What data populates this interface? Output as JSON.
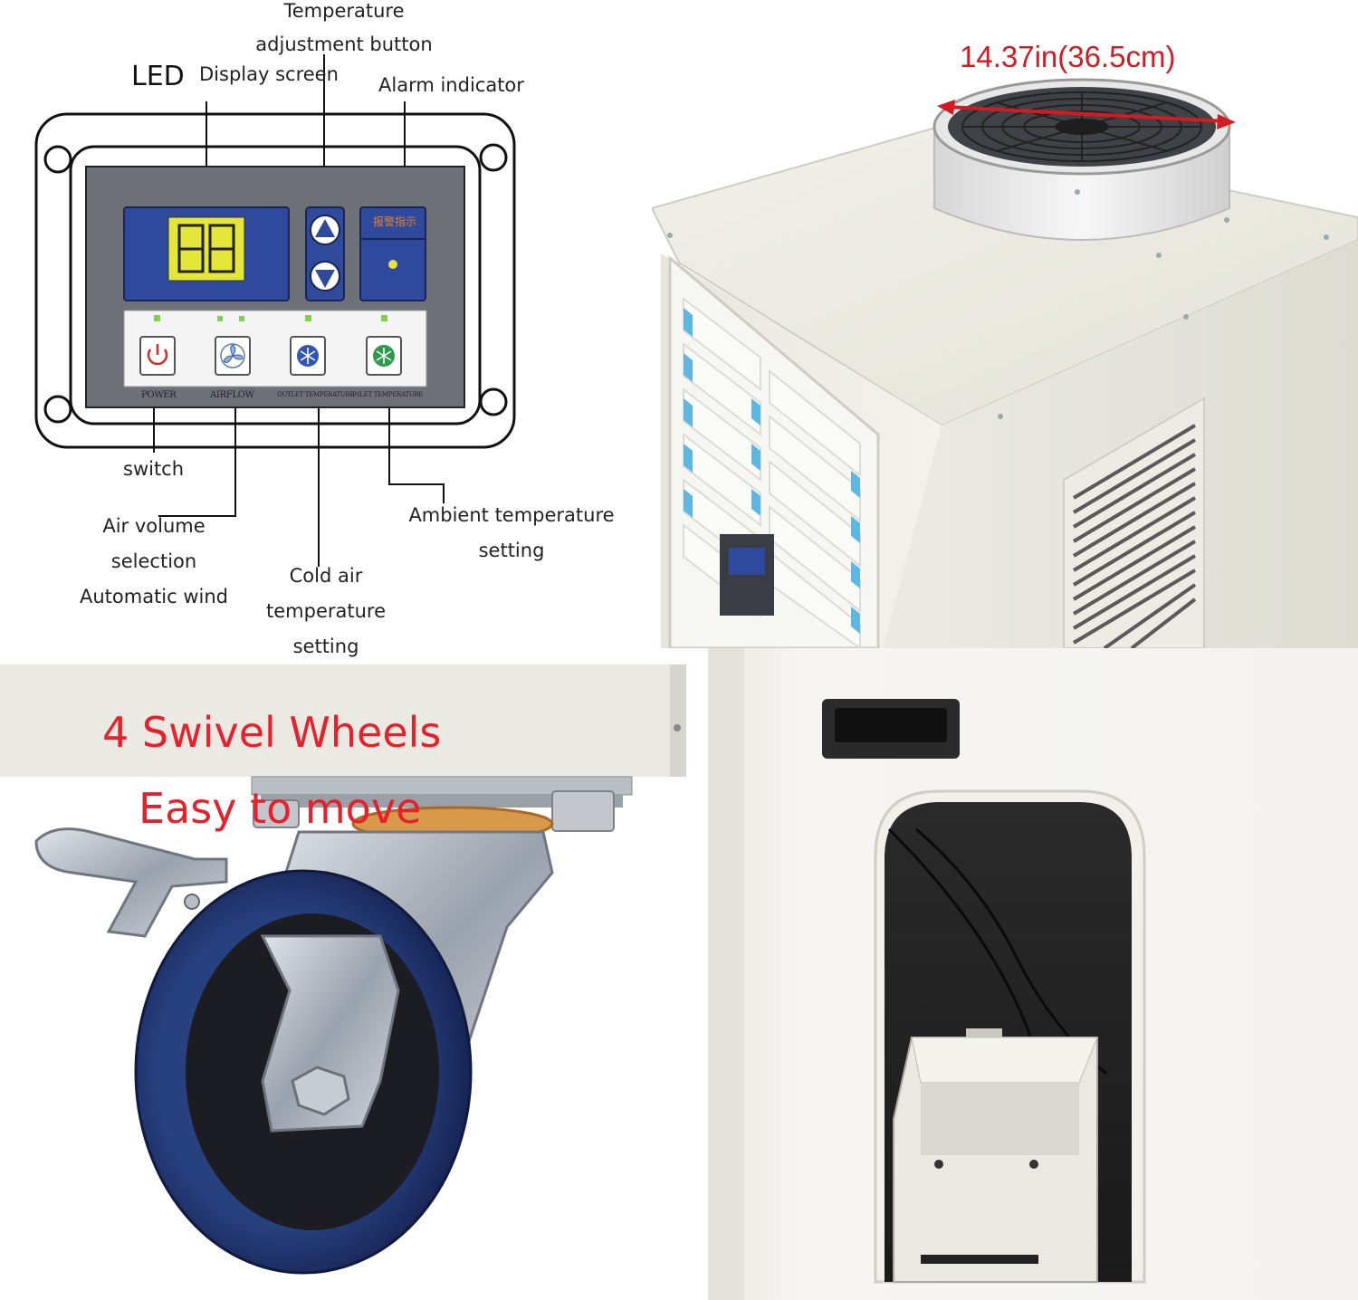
{
  "panel": {
    "callouts": {
      "temp_adjust_line1": "Temperature",
      "temp_adjust_line2": "adjustment button",
      "led": "LED",
      "display_screen": "Display screen",
      "alarm_indicator": "Alarm indicator",
      "switch": "switch",
      "air_volume_line1": "Air volume",
      "air_volume_line2": "selection",
      "air_volume_line3": "Automatic wind",
      "cold_air_line1": "Cold air",
      "cold_air_line2": "temperature",
      "cold_air_line3": "setting",
      "ambient_line1": "Ambient temperature",
      "ambient_line2": "setting"
    },
    "alarm_box_text": "报警指示",
    "button_labels": {
      "power": "POWER",
      "airflow": "AIRFLOW",
      "outlet": "OUTLET TEMPERATURE",
      "inlet": "INLET TEMPERATURE"
    },
    "colors": {
      "panel_gray": "#6f7178",
      "display_blue": "#2f4a9c",
      "lcd_yellow": "#e4e63a",
      "led_green": "#7fd04a",
      "indicator_yellow": "#e8e23a"
    }
  },
  "unit": {
    "dimension_label": "14.37in(36.5cm)",
    "dimension_color": "#d31b22"
  },
  "wheel": {
    "line1": "4 Swivel Wheels",
    "line2": "Easy to move",
    "overlay_color": "#e8202c"
  }
}
